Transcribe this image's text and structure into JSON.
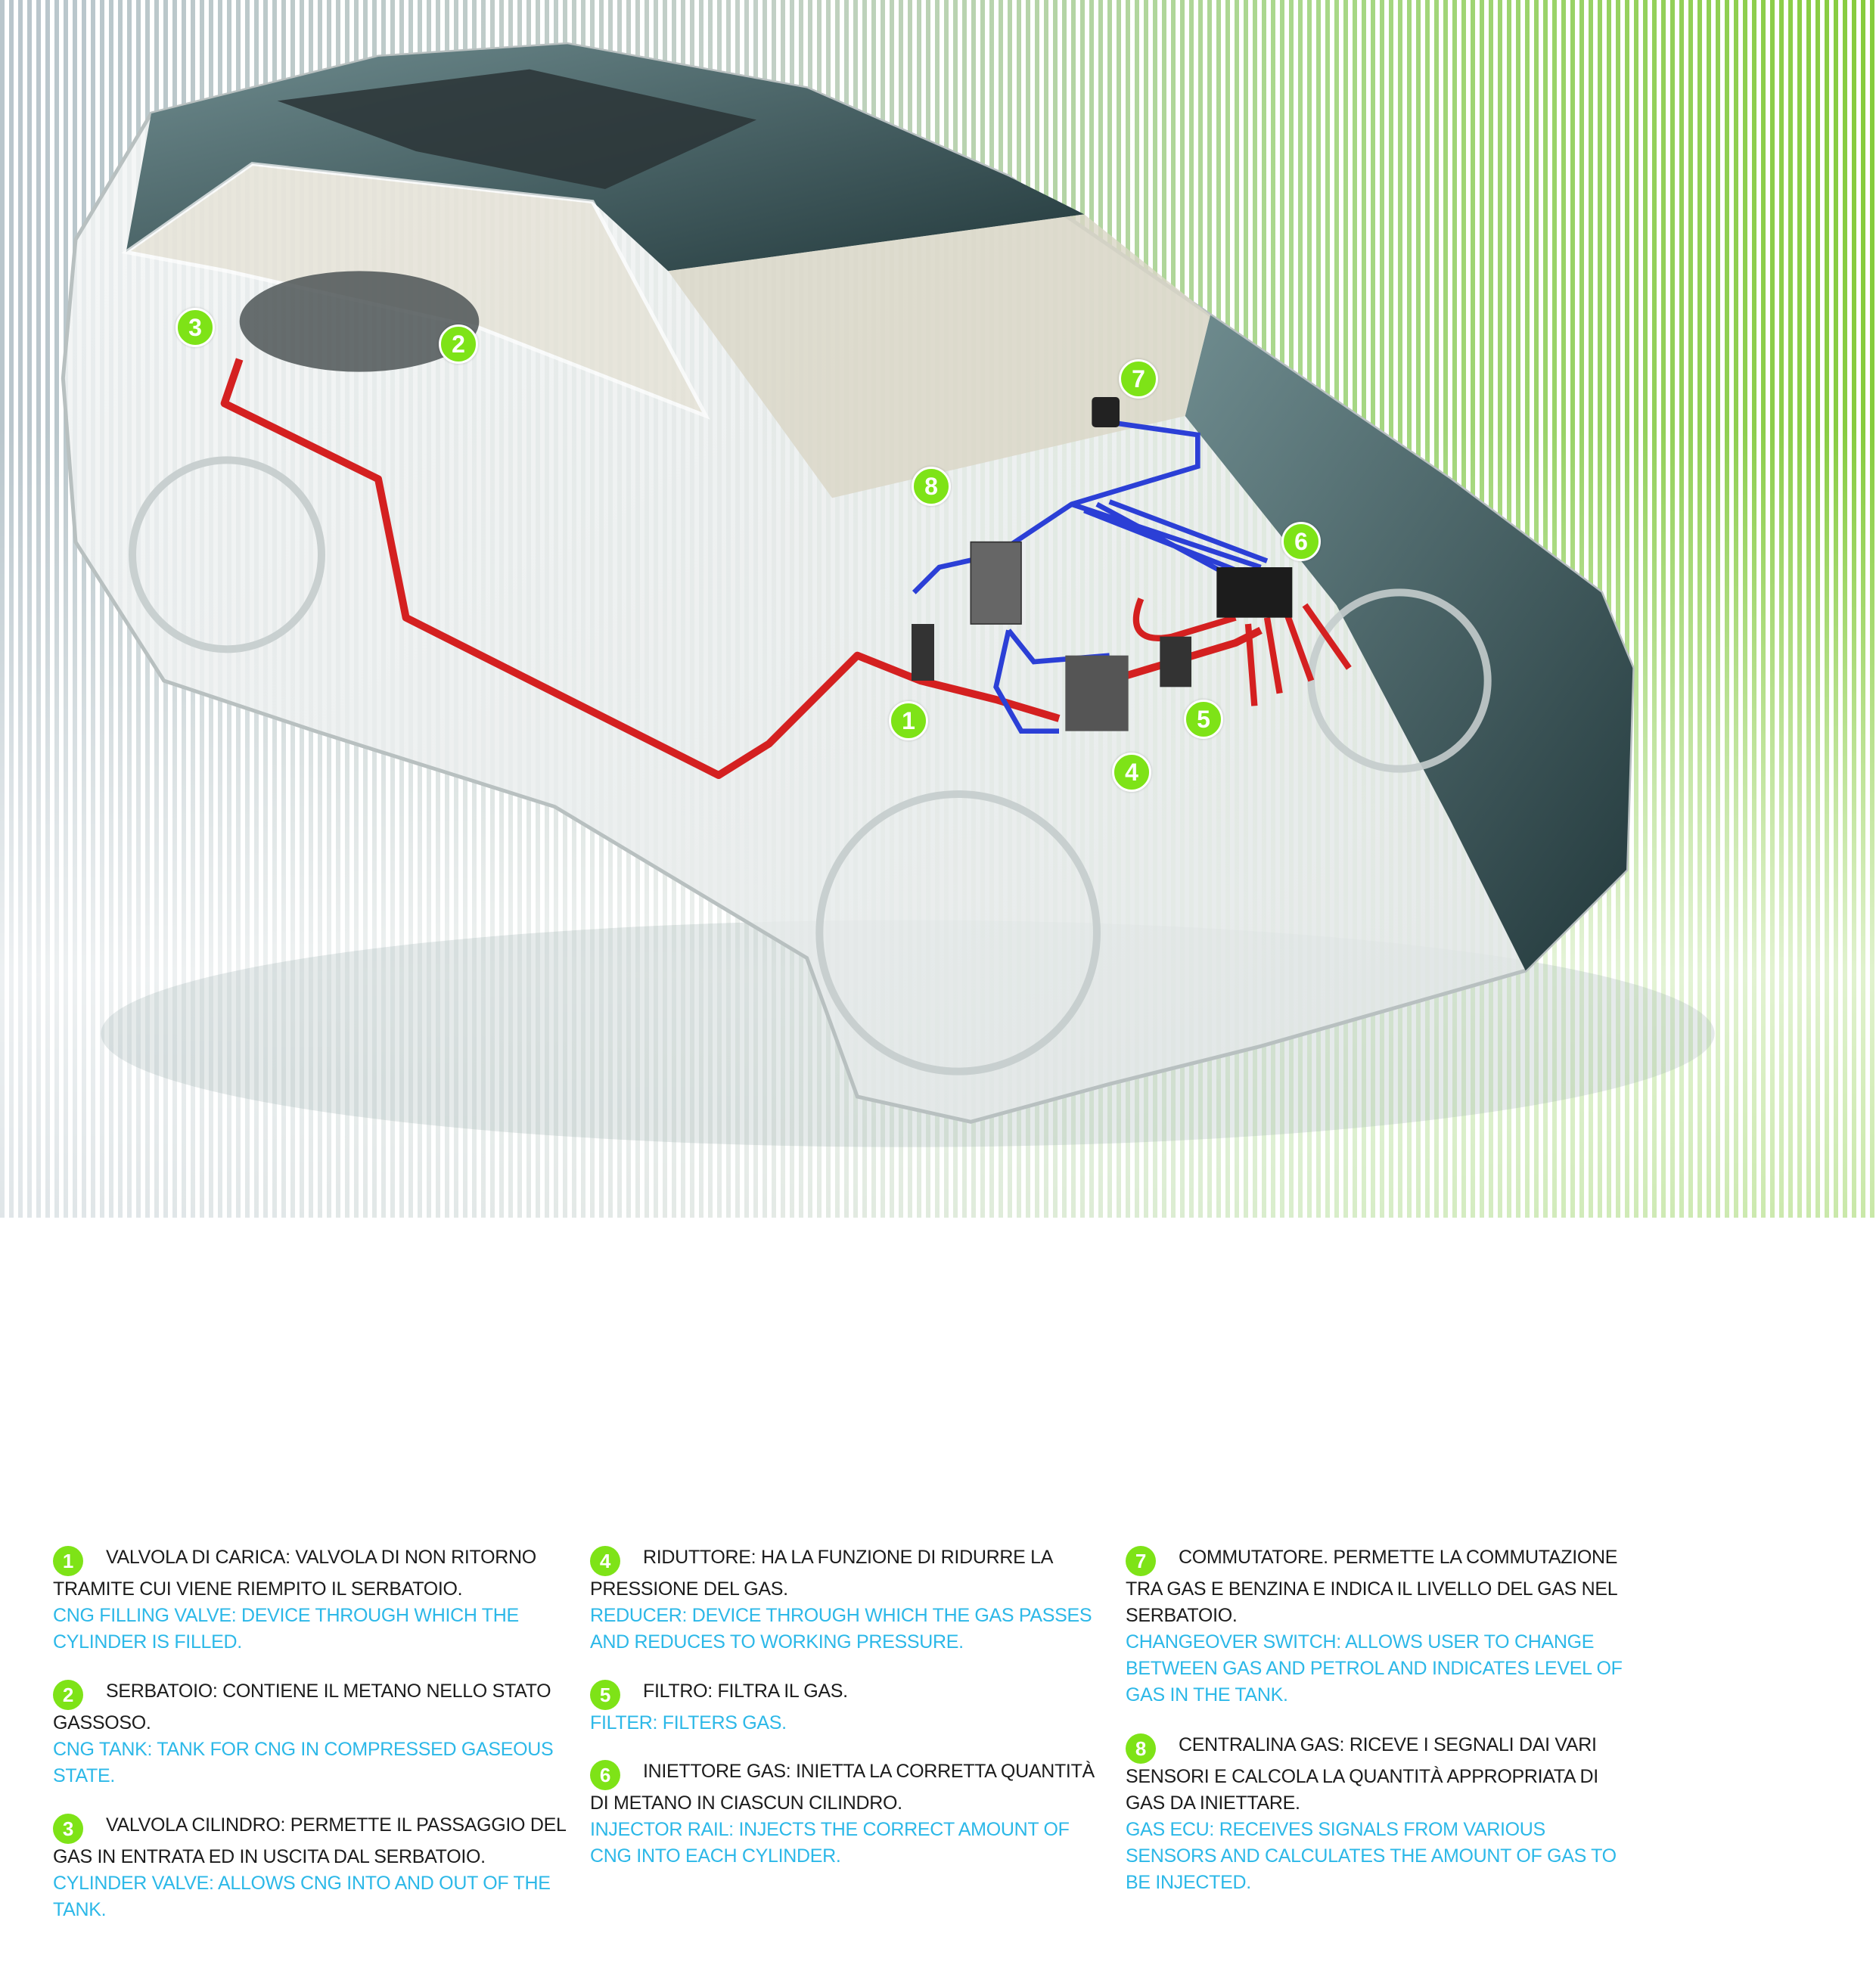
{
  "colors": {
    "badge": "#7ee317",
    "italian_text": "#1c1c1c",
    "english_text": "#2cb8e8",
    "gas_pipe": "#d42020",
    "electrical": "#2b3fd6"
  },
  "callouts": [
    "1",
    "2",
    "3",
    "4",
    "5",
    "6",
    "7",
    "8"
  ],
  "legend": [
    {
      "num": "1",
      "it": "VALVOLA  DI CARICA: VALVOLA DI NON RITORNO TRAMITE CUI VIENE RIEMPITO IL SERBATOIO.",
      "en": "CNG FILLING VALVE: DEVICE THROUGH WHICH THE CYLINDER IS FILLED."
    },
    {
      "num": "2",
      "it": "SERBATOIO: CONTIENE IL METANO NELLO STATO GASSOSO.",
      "en": "CNG TANK: TANK FOR CNG IN COMPRESSED GASEOUS STATE."
    },
    {
      "num": "3",
      "it": "VALVOLA CILINDRO: PERMETTE IL PASSAGGIO DEL GAS IN ENTRATA ED IN USCITA DAL SERBATOIO.",
      "en": "CYLINDER VALVE: ALLOWS CNG INTO AND OUT OF THE TANK."
    },
    {
      "num": "4",
      "it": "RIDUTTORE: HA LA FUNZIONE DI RIDURRE LA PRESSIONE DEL GAS.",
      "en": "REDUCER: DEVICE THROUGH WHICH THE GAS PASSES AND REDUCES TO WORKING PRESSURE."
    },
    {
      "num": "5",
      "it": "FILTRO: FILTRA IL GAS.",
      "en": "FILTER: FILTERS GAS."
    },
    {
      "num": "6",
      "it": "INIETTORE GAS: INIETTA LA CORRETTA QUANTITÀ DI METANO IN CIASCUN CILINDRO.",
      "en": "INJECTOR RAIL: INJECTS THE CORRECT AMOUNT OF CNG INTO EACH CYLINDER."
    },
    {
      "num": "7",
      "it": "COMMUTATORE. PERMETTE LA COMMUTAZIONE TRA GAS E BENZINA E INDICA IL LIVELLO DEL GAS NEL SERBATOIO.",
      "en": "CHANGEOVER SWITCH: ALLOWS USER TO CHANGE BETWEEN GAS AND PETROL AND INDICATES LEVEL OF GAS IN THE TANK."
    },
    {
      "num": "8",
      "it": "CENTRALINA GAS: RICEVE I SEGNALI DAI VARI SENSORI E CALCOLA LA QUANTITÀ APPROPRIATA DI GAS DA INIETTARE.",
      "en": "GAS ECU: RECEIVES SIGNALS FROM VARIOUS SENSORS AND CALCULATES THE AMOUNT OF GAS TO BE INJECTED."
    }
  ]
}
